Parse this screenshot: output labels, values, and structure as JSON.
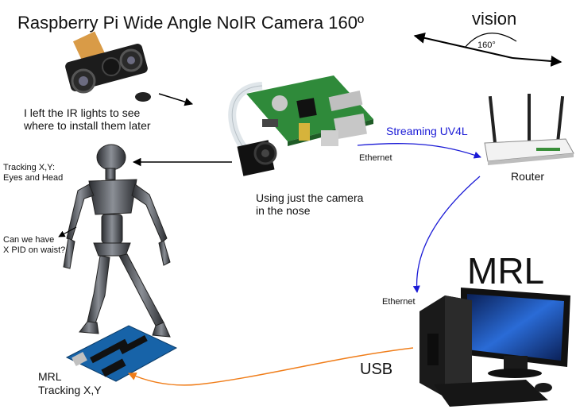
{
  "title": "Raspberry Pi Wide Angle NoIR Camera 160º",
  "vision": {
    "label": "vision",
    "angle_label": "160°"
  },
  "camera_note": "I left the IR lights to see\nwhere to install them later",
  "nose_note": "Using just the camera\nin the nose",
  "stream_label": "Streaming UV4L",
  "ethernet_label_top": "Ethernet",
  "router_label": "Router",
  "tracking_label": "Tracking X,Y:\nEyes and Head",
  "pid_question": "Can we have\nX PID on waist?",
  "mrl_big": "MRL",
  "ethernet_label_bottom": "Ethernet",
  "usb_label": "USB",
  "mrl_tracking": "MRL\nTracking X,Y",
  "colors": {
    "stream_arrow": "#1a1ad6",
    "usb_arrow": "#f07d19",
    "black_arrow": "#000000",
    "pcb_green": "#2f8a3a",
    "arduino_blue": "#1763a8",
    "router_body": "#f2f2f2",
    "monitor_screen": "#2a6bd6",
    "robot_metal": "#5a5d63"
  },
  "icons": [
    "raspberry-pi-board-icon",
    "camera-module-icon",
    "ir-camera-icon",
    "router-icon",
    "robot-icon",
    "arduino-board-icon",
    "desktop-pc-icon"
  ]
}
